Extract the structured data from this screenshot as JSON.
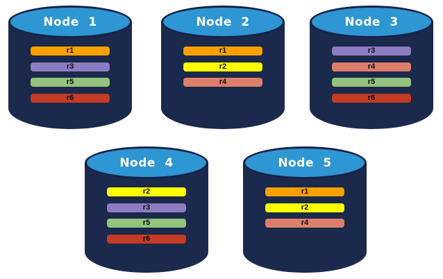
{
  "diagram": {
    "description_labels": []
  },
  "palette": {
    "page_bg": "#FFFFFF",
    "cylinder_body": "#1B2A4C",
    "cylinder_top": "#2E96D2",
    "cylinder_top_border": "#15224A",
    "title_text": "#FFFFFF",
    "bar_label_text": "#0B0B0B",
    "r1": "#F9A000",
    "r2": "#FFFF00",
    "r3": "#8E7CC3",
    "r4": "#DD7E6B",
    "r5": "#93C47D",
    "r6": "#C43B26"
  },
  "nodes": [
    {
      "title": "Node 1",
      "replicas": [
        "r1",
        "r3",
        "r5",
        "r6"
      ]
    },
    {
      "title": "Node 2",
      "replicas": [
        "r1",
        "r2",
        "r4"
      ]
    },
    {
      "title": "Node 3",
      "replicas": [
        "r3",
        "r4",
        "r5",
        "r6"
      ]
    },
    {
      "title": "Node 4",
      "replicas": [
        "r2",
        "r3",
        "r5",
        "r6"
      ]
    },
    {
      "title": "Node 5",
      "replicas": [
        "r1",
        "r2",
        "r4"
      ]
    }
  ]
}
